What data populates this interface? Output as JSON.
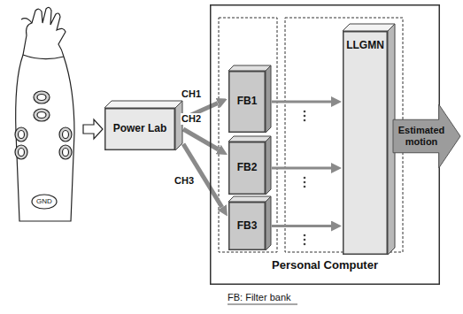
{
  "diagram": {
    "nodes": [
      {
        "text": [
          "Personal Computer"
        ]
      },
      {
        "text": [
          "Power Lab"
        ]
      },
      {
        "text": [
          "FB1"
        ],
        "in": 0
      },
      {
        "text": [
          "FB2"
        ],
        "in": 0
      },
      {
        "text": [
          "FB3"
        ],
        "in": 0
      },
      {
        "text": [
          "LLGMN"
        ],
        "in": 0
      },
      {
        "text": [
          "Estimated motion"
        ]
      }
    ],
    "edges": [
      {
        "from": 1,
        "to": 2,
        "arrow": "to",
        "label": "CH1"
      },
      {
        "from": 1,
        "to": 3,
        "arrow": "to",
        "label": "CH2"
      },
      {
        "from": 1,
        "to": 4,
        "arrow": "to",
        "label": "CH3"
      },
      {
        "from": 2,
        "to": 5,
        "arrow": "to"
      },
      {
        "from": 3,
        "to": 5,
        "arrow": "to"
      },
      {
        "from": 4,
        "to": 5,
        "arrow": "to"
      }
    ],
    "labels": [
      "GND",
      "FB: Filter bank"
    ]
  }
}
